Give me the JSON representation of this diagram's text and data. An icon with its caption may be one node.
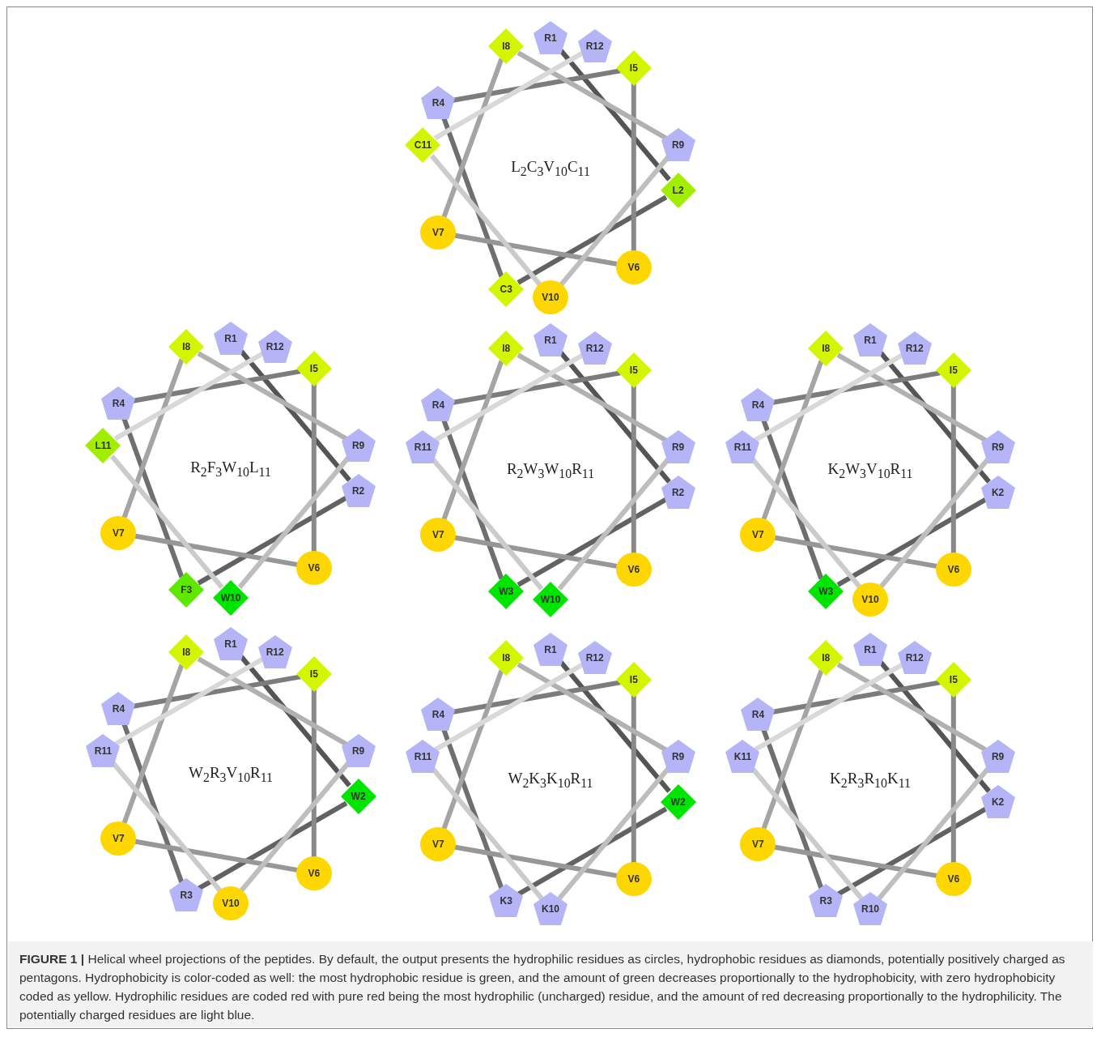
{
  "diagram": {
    "caption": "**FIGURE 1 |** Helical wheel projections of the peptides. By default, the output presents the hydrophilic residues as circles, hydrophobic residues as diamonds, potentially positively charged as pentagons. Hydrophobicity is color-coded as well: the most hydrophobic residue is green, and the amount of green decreases proportionally to the hydrophobicity, with zero hydrophobicity coded as yellow. Hydrophilic residues are coded red with pure red being the most hydrophilic (uncharged) residue, and the amount of red decreasing proportionally to the hydrophilicity. The potentially charged residues are light blue.",
    "nodes": [
      {
        "text": [
          "R1"
        ]
      },
      {
        "text": [
          "L2"
        ]
      },
      {
        "text": [
          "C3"
        ]
      },
      {
        "text": [
          "R4"
        ]
      },
      {
        "text": [
          "I5"
        ]
      },
      {
        "text": [
          "V6"
        ]
      },
      {
        "text": [
          "V7"
        ]
      },
      {
        "text": [
          "I8"
        ]
      },
      {
        "text": [
          "R9"
        ]
      },
      {
        "text": [
          "V10"
        ]
      },
      {
        "text": [
          "C11"
        ]
      },
      {
        "text": [
          "R12"
        ]
      },
      {
        "text": [
          "R1"
        ]
      },
      {
        "text": [
          "R2"
        ]
      },
      {
        "text": [
          "F3"
        ]
      },
      {
        "text": [
          "R4"
        ]
      },
      {
        "text": [
          "I5"
        ]
      },
      {
        "text": [
          "V6"
        ]
      },
      {
        "text": [
          "V7"
        ]
      },
      {
        "text": [
          "I8"
        ]
      },
      {
        "text": [
          "R9"
        ]
      },
      {
        "text": [
          "W10"
        ]
      },
      {
        "text": [
          "L11"
        ]
      },
      {
        "text": [
          "R12"
        ]
      },
      {
        "text": [
          "R1"
        ]
      },
      {
        "text": [
          "R2"
        ]
      },
      {
        "text": [
          "W3"
        ]
      },
      {
        "text": [
          "R4"
        ]
      },
      {
        "text": [
          "I5"
        ]
      },
      {
        "text": [
          "V6"
        ]
      },
      {
        "text": [
          "V7"
        ]
      },
      {
        "text": [
          "I8"
        ]
      },
      {
        "text": [
          "R9"
        ]
      },
      {
        "text": [
          "W10"
        ]
      },
      {
        "text": [
          "R11"
        ]
      },
      {
        "text": [
          "R12"
        ]
      },
      {
        "text": [
          "R1"
        ]
      },
      {
        "text": [
          "K2"
        ]
      },
      {
        "text": [
          "W3"
        ]
      },
      {
        "text": [
          "R4"
        ]
      },
      {
        "text": [
          "I5"
        ]
      },
      {
        "text": [
          "V6"
        ]
      },
      {
        "text": [
          "V7"
        ]
      },
      {
        "text": [
          "I8"
        ]
      },
      {
        "text": [
          "R9"
        ]
      },
      {
        "text": [
          "V10"
        ]
      },
      {
        "text": [
          "R11"
        ]
      },
      {
        "text": [
          "R12"
        ]
      },
      {
        "text": [
          "R1"
        ]
      },
      {
        "text": [
          "W2"
        ]
      },
      {
        "text": [
          "R3"
        ]
      },
      {
        "text": [
          "R4"
        ]
      },
      {
        "text": [
          "I5"
        ]
      },
      {
        "text": [
          "V6"
        ]
      },
      {
        "text": [
          "V7"
        ]
      },
      {
        "text": [
          "I8"
        ]
      },
      {
        "text": [
          "R9"
        ]
      },
      {
        "text": [
          "V10"
        ]
      },
      {
        "text": [
          "R11"
        ]
      },
      {
        "text": [
          "R12"
        ]
      },
      {
        "text": [
          "R1"
        ]
      },
      {
        "text": [
          "W2"
        ]
      },
      {
        "text": [
          "K3"
        ]
      },
      {
        "text": [
          "R4"
        ]
      },
      {
        "text": [
          "I5"
        ]
      },
      {
        "text": [
          "V6"
        ]
      },
      {
        "text": [
          "V7"
        ]
      },
      {
        "text": [
          "I8"
        ]
      },
      {
        "text": [
          "R9"
        ]
      },
      {
        "text": [
          "K10"
        ]
      },
      {
        "text": [
          "R11"
        ]
      },
      {
        "text": [
          "R12"
        ]
      },
      {
        "text": [
          "R1"
        ]
      },
      {
        "text": [
          "K2"
        ]
      },
      {
        "text": [
          "R3"
        ]
      },
      {
        "text": [
          "R4"
        ]
      },
      {
        "text": [
          "I5"
        ]
      },
      {
        "text": [
          "V6"
        ]
      },
      {
        "text": [
          "V7"
        ]
      },
      {
        "text": [
          "I8"
        ]
      },
      {
        "text": [
          "R9"
        ]
      },
      {
        "text": [
          "R10"
        ]
      },
      {
        "text": [
          "K11"
        ]
      },
      {
        "text": [
          "R12"
        ]
      }
    ],
    "edges": [
      {
        "from": 0,
        "to": 1,
        "arrow": "none",
        "color": "#555555"
      },
      {
        "from": 1,
        "to": 2,
        "arrow": "none",
        "color": "#626262"
      },
      {
        "from": 2,
        "to": 3,
        "arrow": "none",
        "color": "#6f6f6f"
      },
      {
        "from": 3,
        "to": 4,
        "arrow": "none",
        "color": "#7c7c7c"
      },
      {
        "from": 4,
        "to": 5,
        "arrow": "none",
        "color": "#898989"
      },
      {
        "from": 5,
        "to": 6,
        "arrow": "none",
        "color": "#979797"
      },
      {
        "from": 6,
        "to": 7,
        "arrow": "none",
        "color": "#a4a4a4"
      },
      {
        "from": 7,
        "to": 8,
        "arrow": "none",
        "color": "#b1b1b1"
      },
      {
        "from": 8,
        "to": 9,
        "arrow": "none",
        "color": "#bebebe"
      },
      {
        "from": 9,
        "to": 10,
        "arrow": "none",
        "color": "#cbcbcb"
      },
      {
        "from": 10,
        "to": 11,
        "arrow": "none",
        "color": "#d8d8d8"
      },
      {
        "from": 12,
        "to": 13,
        "arrow": "none",
        "color": "#555555"
      },
      {
        "from": 13,
        "to": 14,
        "arrow": "none",
        "color": "#626262"
      },
      {
        "from": 14,
        "to": 15,
        "arrow": "none",
        "color": "#6f6f6f"
      },
      {
        "from": 15,
        "to": 16,
        "arrow": "none",
        "color": "#7c7c7c"
      },
      {
        "from": 16,
        "to": 17,
        "arrow": "none",
        "color": "#898989"
      },
      {
        "from": 17,
        "to": 18,
        "arrow": "none",
        "color": "#979797"
      },
      {
        "from": 18,
        "to": 19,
        "arrow": "none",
        "color": "#a4a4a4"
      },
      {
        "from": 19,
        "to": 20,
        "arrow": "none",
        "color": "#b1b1b1"
      },
      {
        "from": 20,
        "to": 21,
        "arrow": "none",
        "color": "#bebebe"
      },
      {
        "from": 21,
        "to": 22,
        "arrow": "none",
        "color": "#cbcbcb"
      },
      {
        "from": 22,
        "to": 23,
        "arrow": "none",
        "color": "#d8d8d8"
      },
      {
        "from": 24,
        "to": 25,
        "arrow": "none",
        "color": "#555555"
      },
      {
        "from": 25,
        "to": 26,
        "arrow": "none",
        "color": "#626262"
      },
      {
        "from": 26,
        "to": 27,
        "arrow": "none",
        "color": "#6f6f6f"
      },
      {
        "from": 27,
        "to": 28,
        "arrow": "none",
        "color": "#7c7c7c"
      },
      {
        "from": 28,
        "to": 29,
        "arrow": "none",
        "color": "#898989"
      },
      {
        "from": 29,
        "to": 30,
        "arrow": "none",
        "color": "#979797"
      },
      {
        "from": 30,
        "to": 31,
        "arrow": "none",
        "color": "#a4a4a4"
      },
      {
        "from": 31,
        "to": 32,
        "arrow": "none",
        "color": "#b1b1b1"
      },
      {
        "from": 32,
        "to": 33,
        "arrow": "none",
        "color": "#bebebe"
      },
      {
        "from": 33,
        "to": 34,
        "arrow": "none",
        "color": "#cbcbcb"
      },
      {
        "from": 34,
        "to": 35,
        "arrow": "none",
        "color": "#d8d8d8"
      },
      {
        "from": 36,
        "to": 37,
        "arrow": "none",
        "color": "#555555"
      },
      {
        "from": 37,
        "to": 38,
        "arrow": "none",
        "color": "#626262"
      },
      {
        "from": 38,
        "to": 39,
        "arrow": "none",
        "color": "#6f6f6f"
      },
      {
        "from": 39,
        "to": 40,
        "arrow": "none",
        "color": "#7c7c7c"
      },
      {
        "from": 40,
        "to": 41,
        "arrow": "none",
        "color": "#898989"
      },
      {
        "from": 41,
        "to": 42,
        "arrow": "none",
        "color": "#979797"
      },
      {
        "from": 42,
        "to": 43,
        "arrow": "none",
        "color": "#a4a4a4"
      },
      {
        "from": 43,
        "to": 44,
        "arrow": "none",
        "color": "#b1b1b1"
      },
      {
        "from": 44,
        "to": 45,
        "arrow": "none",
        "color": "#bebebe"
      },
      {
        "from": 45,
        "to": 46,
        "arrow": "none",
        "color": "#cbcbcb"
      },
      {
        "from": 46,
        "to": 47,
        "arrow": "none",
        "color": "#d8d8d8"
      },
      {
        "from": 48,
        "to": 49,
        "arrow": "none",
        "color": "#555555"
      },
      {
        "from": 49,
        "to": 50,
        "arrow": "none",
        "color": "#626262"
      },
      {
        "from": 50,
        "to": 51,
        "arrow": "none",
        "color": "#6f6f6f"
      },
      {
        "from": 51,
        "to": 52,
        "arrow": "none",
        "color": "#7c7c7c"
      },
      {
        "from": 52,
        "to": 53,
        "arrow": "none",
        "color": "#898989"
      },
      {
        "from": 53,
        "to": 54,
        "arrow": "none",
        "color": "#979797"
      },
      {
        "from": 54,
        "to": 55,
        "arrow": "none",
        "color": "#a4a4a4"
      },
      {
        "from": 55,
        "to": 56,
        "arrow": "none",
        "color": "#b1b1b1"
      },
      {
        "from": 56,
        "to": 57,
        "arrow": "none",
        "color": "#bebebe"
      },
      {
        "from": 57,
        "to": 58,
        "arrow": "none",
        "color": "#cbcbcb"
      },
      {
        "from": 58,
        "to": 59,
        "arrow": "none",
        "color": "#d8d8d8"
      },
      {
        "from": 60,
        "to": 61,
        "arrow": "none",
        "color": "#555555"
      },
      {
        "from": 61,
        "to": 62,
        "arrow": "none",
        "color": "#626262"
      },
      {
        "from": 62,
        "to": 63,
        "arrow": "none",
        "color": "#6f6f6f"
      },
      {
        "from": 63,
        "to": 64,
        "arrow": "none",
        "color": "#7c7c7c"
      },
      {
        "from": 64,
        "to": 65,
        "arrow": "none",
        "color": "#898989"
      },
      {
        "from": 65,
        "to": 66,
        "arrow": "none",
        "color": "#979797"
      },
      {
        "from": 66,
        "to": 67,
        "arrow": "none",
        "color": "#a4a4a4"
      },
      {
        "from": 67,
        "to": 68,
        "arrow": "none",
        "color": "#b1b1b1"
      },
      {
        "from": 68,
        "to": 69,
        "arrow": "none",
        "color": "#bebebe"
      },
      {
        "from": 69,
        "to": 70,
        "arrow": "none",
        "color": "#cbcbcb"
      },
      {
        "from": 70,
        "to": 71,
        "arrow": "none",
        "color": "#d8d8d8"
      },
      {
        "from": 72,
        "to": 73,
        "arrow": "none",
        "color": "#555555"
      },
      {
        "from": 73,
        "to": 74,
        "arrow": "none",
        "color": "#626262"
      },
      {
        "from": 74,
        "to": 75,
        "arrow": "none",
        "color": "#6f6f6f"
      },
      {
        "from": 75,
        "to": 76,
        "arrow": "none",
        "color": "#7c7c7c"
      },
      {
        "from": 76,
        "to": 77,
        "arrow": "none",
        "color": "#898989"
      },
      {
        "from": 77,
        "to": 78,
        "arrow": "none",
        "color": "#979797"
      },
      {
        "from": 78,
        "to": 79,
        "arrow": "none",
        "color": "#a4a4a4"
      },
      {
        "from": 79,
        "to": 80,
        "arrow": "none",
        "color": "#b1b1b1"
      },
      {
        "from": 80,
        "to": 81,
        "arrow": "none",
        "color": "#bebebe"
      },
      {
        "from": 81,
        "to": 82,
        "arrow": "none",
        "color": "#cbcbcb"
      },
      {
        "from": 82,
        "to": 83,
        "arrow": "none",
        "color": "#d8d8d8"
      }
    ],
    "labels": [
      "L$_{2}$C$_{3}$V$_{10}$C$_{11}$",
      "R$_{2}$F$_{3}$W$_{10}$L$_{11}$",
      "R$_{2}$W$_{3}$W$_{10}$R$_{11}$",
      "K$_{2}$W$_{3}$V$_{10}$R$_{11}$",
      "W$_{2}$R$_{3}$V$_{10}$R$_{11}$",
      "W$_{2}$K$_{3}$K$_{10}$R$_{11}$",
      "K$_{2}$R$_{3}$R$_{10}$K$_{11}$"
    ]
  }
}
